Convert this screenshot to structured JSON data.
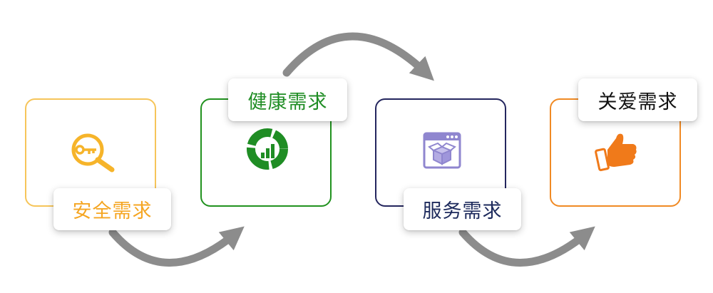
{
  "steps": [
    {
      "label": "安全需求",
      "color": "#f5a623",
      "border": "#f6c55a",
      "icon": "key-magnifier-icon"
    },
    {
      "label": "健康需求",
      "color": "#1f8d24",
      "border": "#21921f",
      "icon": "health-chart-icon"
    },
    {
      "label": "服务需求",
      "color": "#1d2a5c",
      "border": "#24265e",
      "icon": "service-box-window-icon"
    },
    {
      "label": "关爱需求",
      "color": "#111111",
      "border": "#f08a24",
      "icon": "thumbs-up-icon"
    }
  ],
  "arrow_color": "#8c8c8c"
}
